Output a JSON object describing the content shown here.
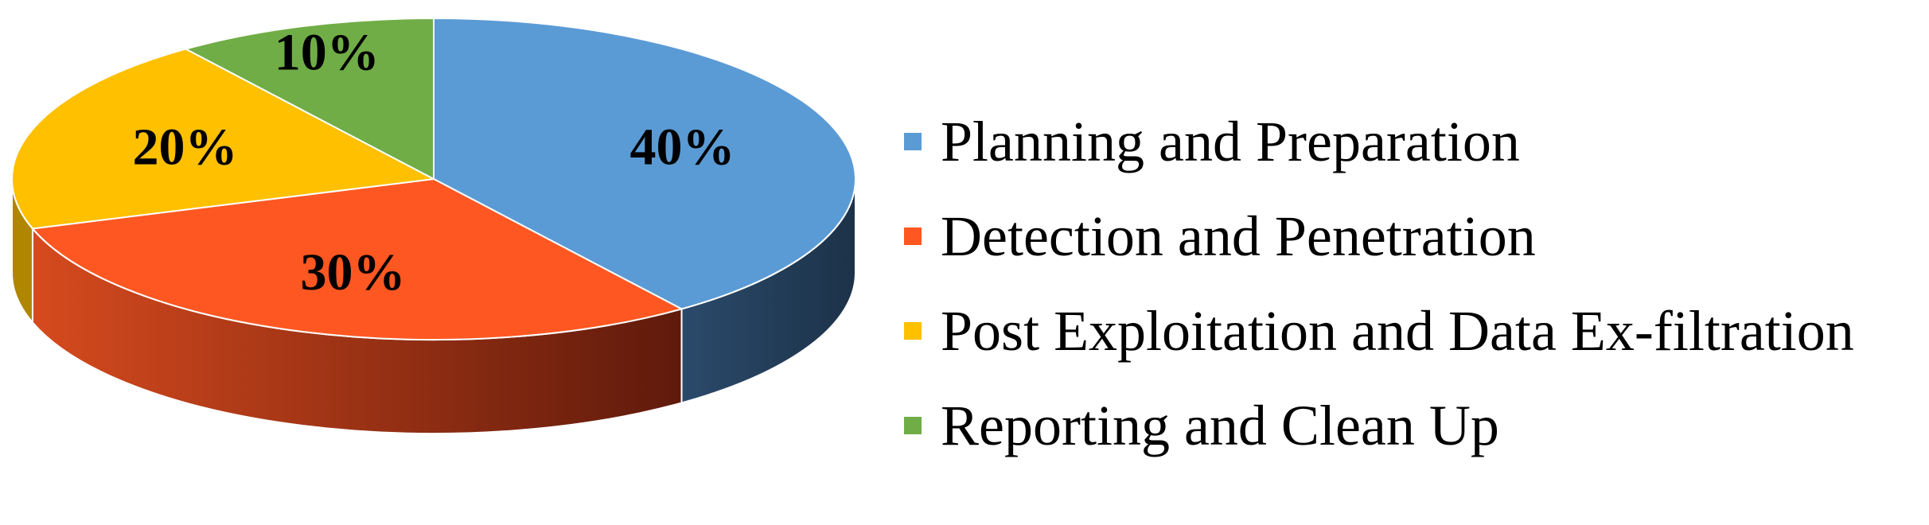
{
  "chart_data": {
    "type": "pie",
    "style": "3d",
    "categories": [
      "Planning and Preparation",
      "Detection and Penetration",
      "Post Exploitation and Data Ex-filtration",
      "Reporting and Clean Up"
    ],
    "values": [
      40,
      30,
      20,
      10
    ],
    "data_labels": [
      "40%",
      "30%",
      "20%",
      "10%"
    ],
    "colors": [
      "#5B9BD5",
      "#FF5722",
      "#FFC000",
      "#70AD47"
    ],
    "legend_position": "right"
  }
}
